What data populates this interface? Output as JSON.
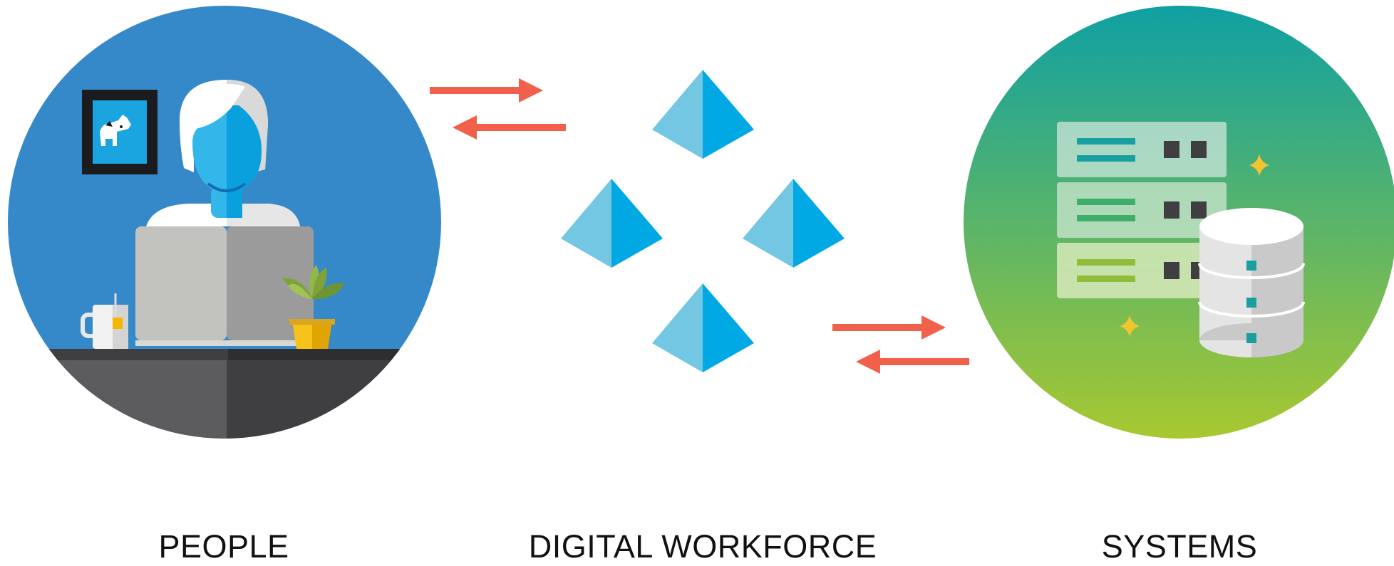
{
  "labels": {
    "people": "PEOPLE",
    "digital_workforce": "DIGITAL WORKFORCE",
    "systems": "SYSTEMS"
  },
  "colors": {
    "people_circle": "#3589C8",
    "systems_gradient_top": "#0FA0A3",
    "systems_gradient_bottom": "#A8C830",
    "arrow": "#F0604A",
    "pyramid_light": "#74C7E3",
    "pyramid_dark": "#00A9E3",
    "desk_dark": "#3F3F42",
    "server_panel": "#CDE7C0",
    "sparkle": "#F2C530"
  },
  "icons": [
    "person-at-laptop-illustration",
    "dog-picture-frame-icon",
    "mug-icon",
    "plant-icon",
    "pyramid-icon",
    "server-rack-icon",
    "database-icon",
    "sparkle-icon",
    "arrow-icon"
  ]
}
